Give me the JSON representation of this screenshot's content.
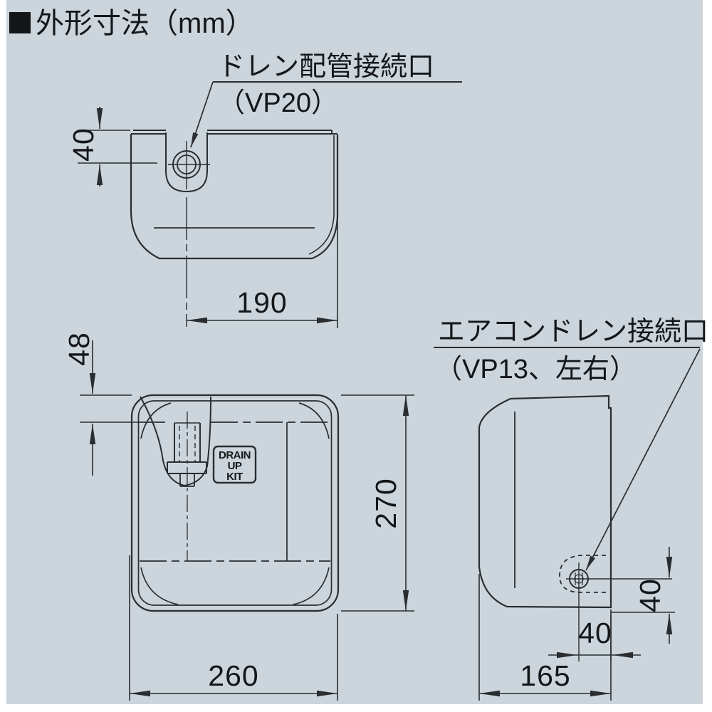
{
  "page": {
    "background": "#ccd5db",
    "margin_color": "#ffffff",
    "line_color": "#2a2e31",
    "text_color": "#14171a"
  },
  "header": {
    "bullet_icon": "black-square",
    "title": "外形寸法（mm）"
  },
  "callouts": {
    "drain_pipe": {
      "line1": "ドレン配管接続口",
      "line2": "（VP20）"
    },
    "aircon_drain": {
      "line1": "エアコンドレン接続口",
      "line2": "（VP13、左右）"
    }
  },
  "views": {
    "top": {
      "dim_port_from_top": "40",
      "dim_port_to_right_edge": "190"
    },
    "front": {
      "badge": [
        "DRAIN",
        "UP",
        "KIT"
      ],
      "dim_nozzle_depth": "48",
      "dim_height": "270",
      "dim_width": "260"
    },
    "side": {
      "dim_port_from_bottom": "40",
      "dim_port_from_right": "40",
      "dim_depth": "165"
    }
  }
}
